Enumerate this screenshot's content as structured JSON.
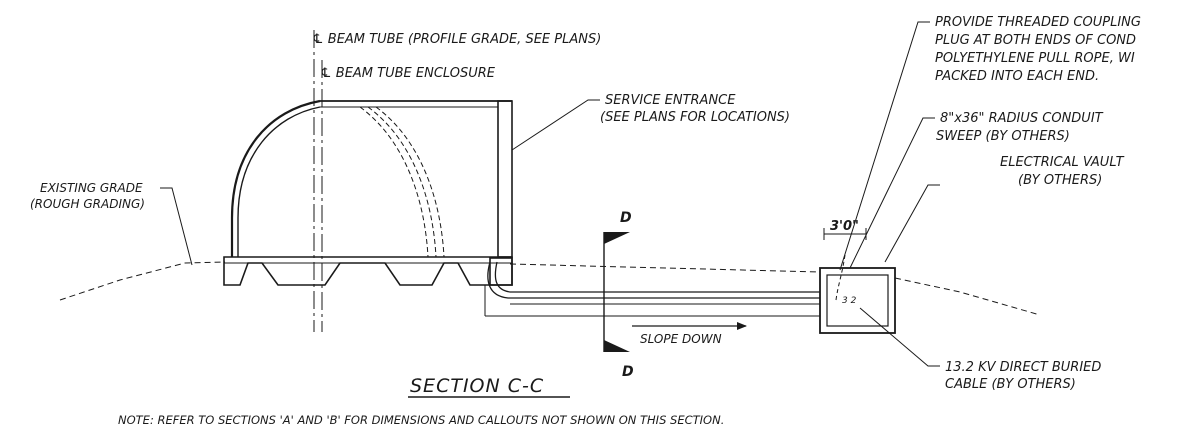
{
  "labels": {
    "beam_tube": "℄ BEAM TUBE (PROFILE GRADE, SEE PLANS)",
    "beam_tube_enclosure": "℄ BEAM TUBE ENCLOSURE",
    "existing_grade_1": "EXISTING GRADE",
    "existing_grade_2": "(ROUGH GRADING)",
    "service_entrance_1": "SERVICE ENTRANCE",
    "service_entrance_2": "(SEE PLANS FOR LOCATIONS)",
    "coupling_1": "PROVIDE THREADED COUPLING",
    "coupling_2": "PLUG AT BOTH ENDS OF COND",
    "coupling_3": "POLYETHYLENE PULL ROPE, WI",
    "coupling_4": "PACKED INTO EACH END.",
    "sweep_1": "8\"x36\" RADIUS CONDUIT",
    "sweep_2": "SWEEP (BY OTHERS)",
    "vault_1": "ELECTRICAL VAULT",
    "vault_2": "(BY OTHERS)",
    "dimension": "3'0\"",
    "cable_1": "13.2 KV DIRECT BURIED",
    "cable_2": "CABLE (BY OTHERS)",
    "slope": "SLOPE DOWN",
    "section_mark_top": "D",
    "section_mark_bottom": "D",
    "section_title": "SECTION C-C",
    "note": "NOTE: REFER TO SECTIONS 'A' AND 'B' FOR DIMENSIONS AND CALLOUTS NOT SHOWN ON THIS SECTION.",
    "vault_inner_text": "3 2"
  }
}
